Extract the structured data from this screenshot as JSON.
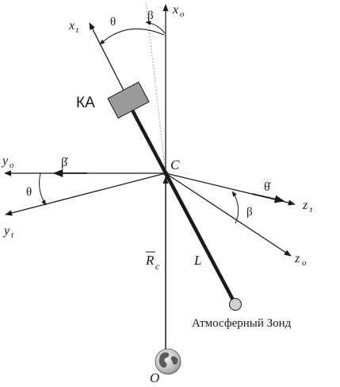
{
  "labels": {
    "x_o": "x",
    "x_o_sub": "o",
    "x_t": "x",
    "x_t_sub": "t",
    "y_o": "y",
    "y_o_sub": "o",
    "y_t": "y",
    "y_t_sub": "t",
    "z_o": "z",
    "z_o_sub": "o",
    "z_t": "z",
    "z_t_sub": "t",
    "theta_top": "θ",
    "beta_top": "β",
    "beta_dot_left": "β̇",
    "theta_left": "θ",
    "theta_dot_right": "θ̇",
    "beta_right": "β",
    "center": "C",
    "spacecraft": "КА",
    "tether": "L",
    "radius": "R",
    "radius_sub": "c",
    "probe": "Атмосферный Зонд",
    "origin": "O"
  }
}
